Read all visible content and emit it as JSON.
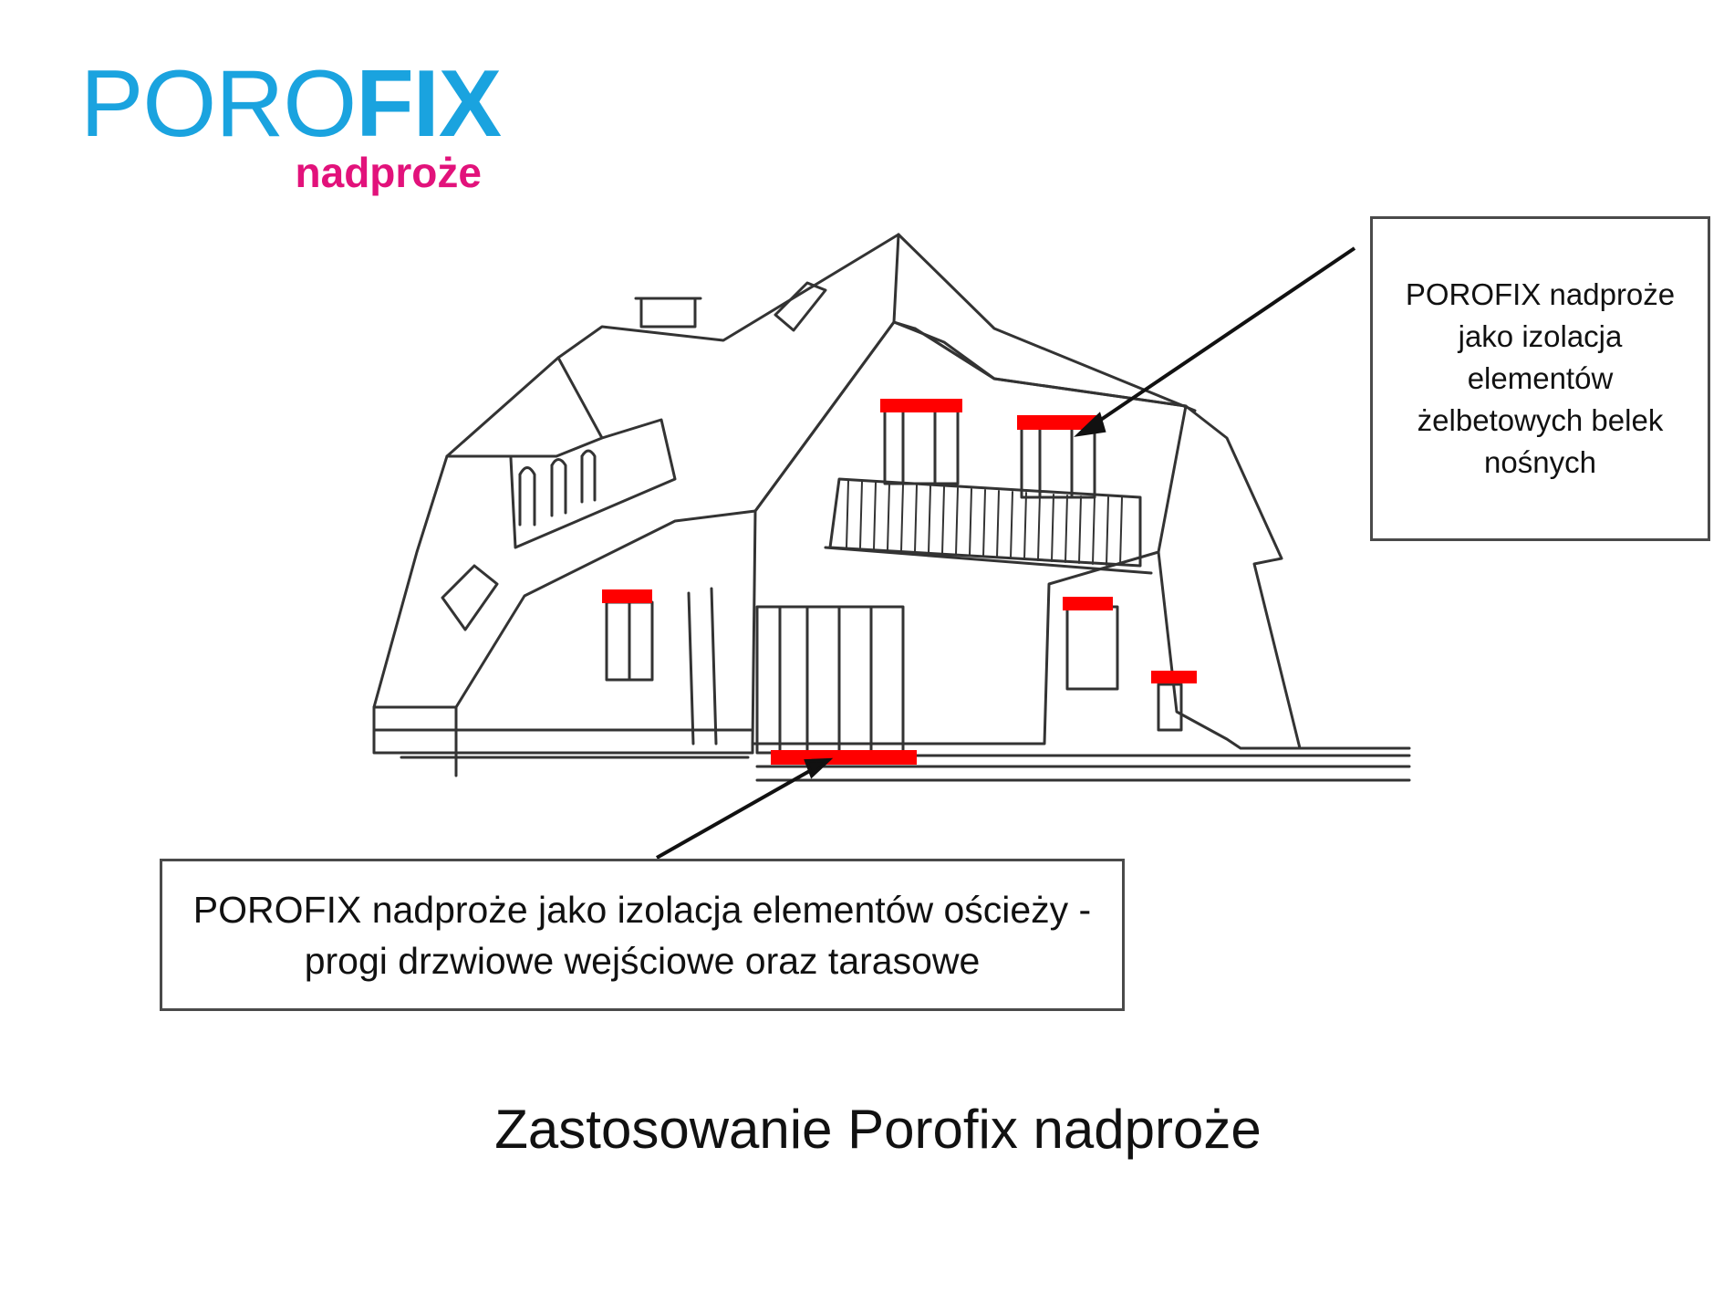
{
  "logo": {
    "word_light": "PORO",
    "word_bold": "FIX",
    "sub": "nadproże"
  },
  "callouts": {
    "top": "POROFIX nadproże jako izolacja elementów żelbetowych belek nośnych",
    "bottom": "POROFIX nadproże jako izolacja elementów ościeży - progi drzwiowe wejściowe oraz tarasowe"
  },
  "caption": "Zastosowanie Porofix nadproże",
  "colors": {
    "logo_blue": "#1aa3df",
    "logo_magenta": "#e2127b",
    "highlight_red": "#ff0000",
    "line": "#333333"
  }
}
